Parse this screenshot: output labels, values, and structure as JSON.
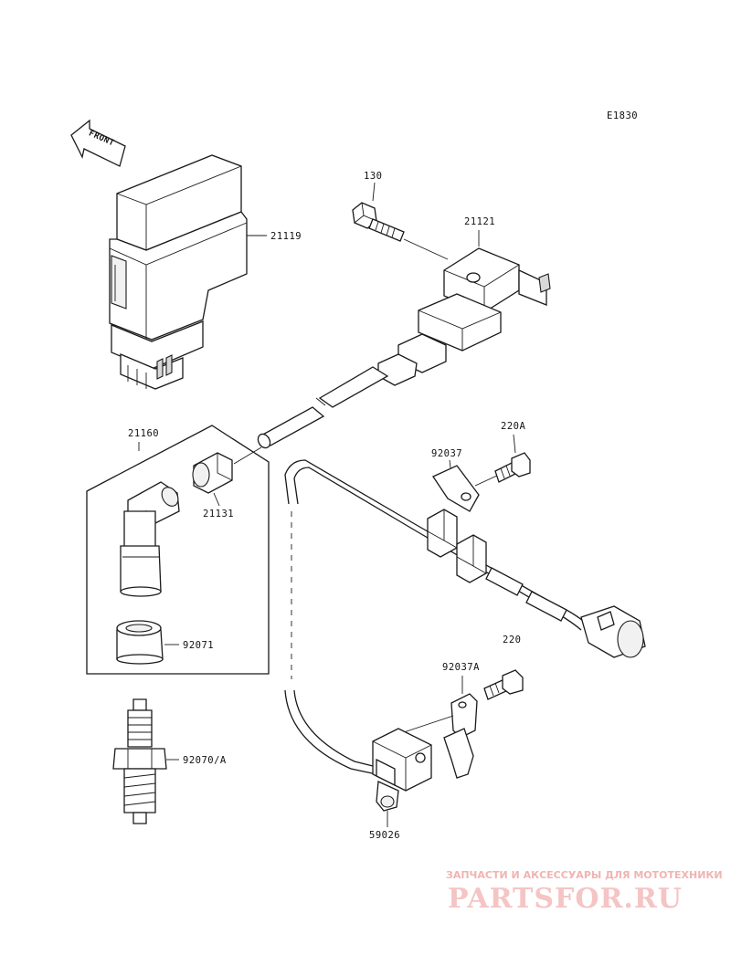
{
  "diagram": {
    "code": "E1830",
    "front_arrow_label": "FRONT"
  },
  "parts": {
    "p130": "130",
    "p21121": "21121",
    "p21119": "21119",
    "p21160": "21160",
    "p21131": "21131",
    "p92071": "92071",
    "p92070": "92070/A",
    "p92037": "92037",
    "p220A": "220A",
    "p220": "220",
    "p92037A": "92037A",
    "p59026": "59026"
  },
  "watermark": {
    "tagline": "ЗАПЧАСТИ И АКСЕССУАРЫ ДЛЯ МОТОТЕХНИКИ",
    "logo_text": "PARTSFOR.RU",
    "color": "#e05555"
  }
}
